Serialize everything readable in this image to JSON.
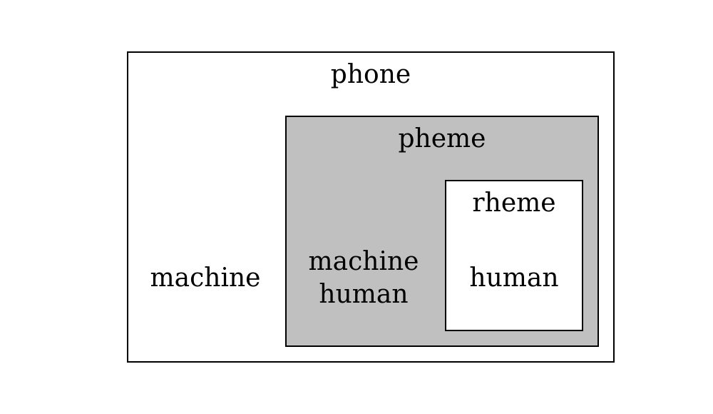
{
  "diagram": {
    "colors": {
      "outer_fill": "#ffffff",
      "middle_fill": "#c0c0c0",
      "inner_fill": "#ffffff",
      "border": "#000000"
    },
    "boxes": {
      "phone": {
        "title": "phone",
        "content": [
          "machine"
        ]
      },
      "pheme": {
        "title": "pheme",
        "content": [
          "machine",
          "human"
        ]
      },
      "rheme": {
        "title": "rheme",
        "content": [
          "human"
        ]
      }
    }
  }
}
